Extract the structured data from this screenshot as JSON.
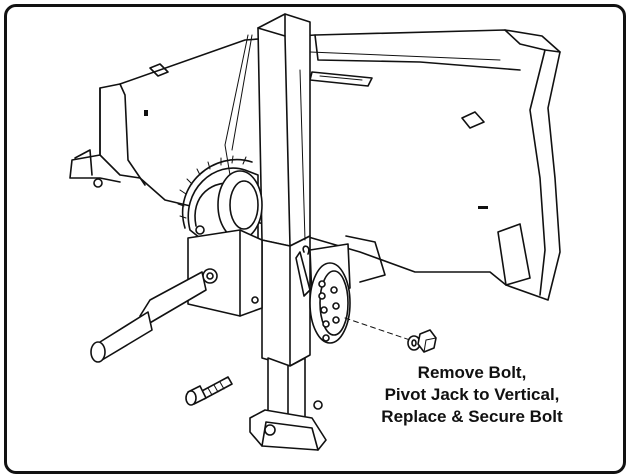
{
  "callout": {
    "line1": "Remove Bolt,",
    "line2": "Pivot Jack to Vertical,",
    "line3": "Replace & Secure Bolt"
  }
}
